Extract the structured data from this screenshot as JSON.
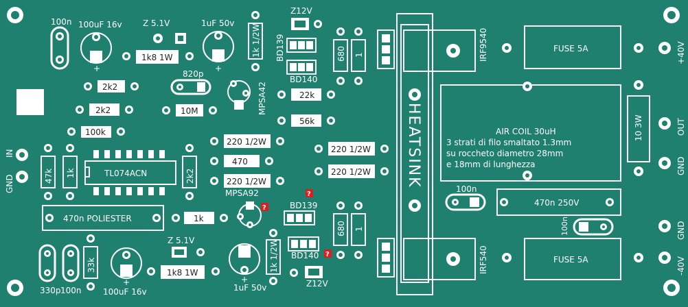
{
  "colors": {
    "board": "#1f8070",
    "silk": "#ffffff",
    "pad": "#ffffff",
    "hole": "#1f8070",
    "warn": "#d92020"
  },
  "labels": {
    "c_100n_a": "100n",
    "c_100uF_top": "100uF 16v",
    "z51_top": "Z 5.1V",
    "c_1uF_top": "1uF 50v",
    "z12_top": "Z12V",
    "bd139_top": "BD139",
    "bd140_top": "BD140",
    "r_1k_2w_top": "1k 1/2W",
    "r_680_top": "680",
    "r_1_top": "1",
    "r_1k8_top": "1k8 1W",
    "c_820p": "820p",
    "r_2k2_a": "2k2",
    "r_2k2_b": "2k2",
    "r_10m": "10M",
    "mpsa42": "MPSA42",
    "r_22k": "22k",
    "r_56k": "56k",
    "r_100k": "100k",
    "r_220_a": "220 1/2W",
    "r_470": "470",
    "r_220_b": "220 1/2W",
    "r_220_c": "220 1/2W",
    "r_220_d": "220 1/2W",
    "r_47k": "47k",
    "r_1k_v": "1k",
    "ic": "TL074ACN",
    "r_2k2_v": "2k2",
    "c_470n": "470n POLIESTER",
    "r_1k_h": "1k",
    "mpsa92": "MPSA92",
    "bd139_bot": "BD139",
    "bd140_bot": "BD140",
    "r_680_bot": "680",
    "r_1_bot": "1",
    "z12_bot": "Z12V",
    "z51_bot": "Z 5.1V",
    "r_1k8_bot": "1k8 1W",
    "c_1uF_bot": "1uF 50v",
    "r_1k_2w_bot": "1k 1/2W",
    "c_330p": "330p",
    "c_100n_b": "100n",
    "r_33k": "33k",
    "c_100uF_bot": "100uF 16v",
    "heatsink": "HEATSINK",
    "irf9540": "IRF9540",
    "irf540": "IRF540",
    "fuse_top": "FUSE 5A",
    "fuse_bot": "FUSE 5A",
    "coil_title": "AIR COIL 30uH",
    "coil_line1": "3 strati di filo smaltato 1.3mm",
    "coil_line2": "su roccheto diametro 28mm",
    "coil_line3": "e 18mm di lunghezza",
    "r_10_3w": "10 3W",
    "c_100n_c": "100n",
    "c_470n_250": "470n 250V",
    "c_100n_d": "100n",
    "in": "IN",
    "gnd_in": "GND",
    "pos40": "+40V",
    "out": "OUT",
    "gnd_out": "GND",
    "gnd_neg": "GND",
    "neg40": "-40V",
    "q1": "?",
    "q2": "?",
    "q3": "?"
  }
}
